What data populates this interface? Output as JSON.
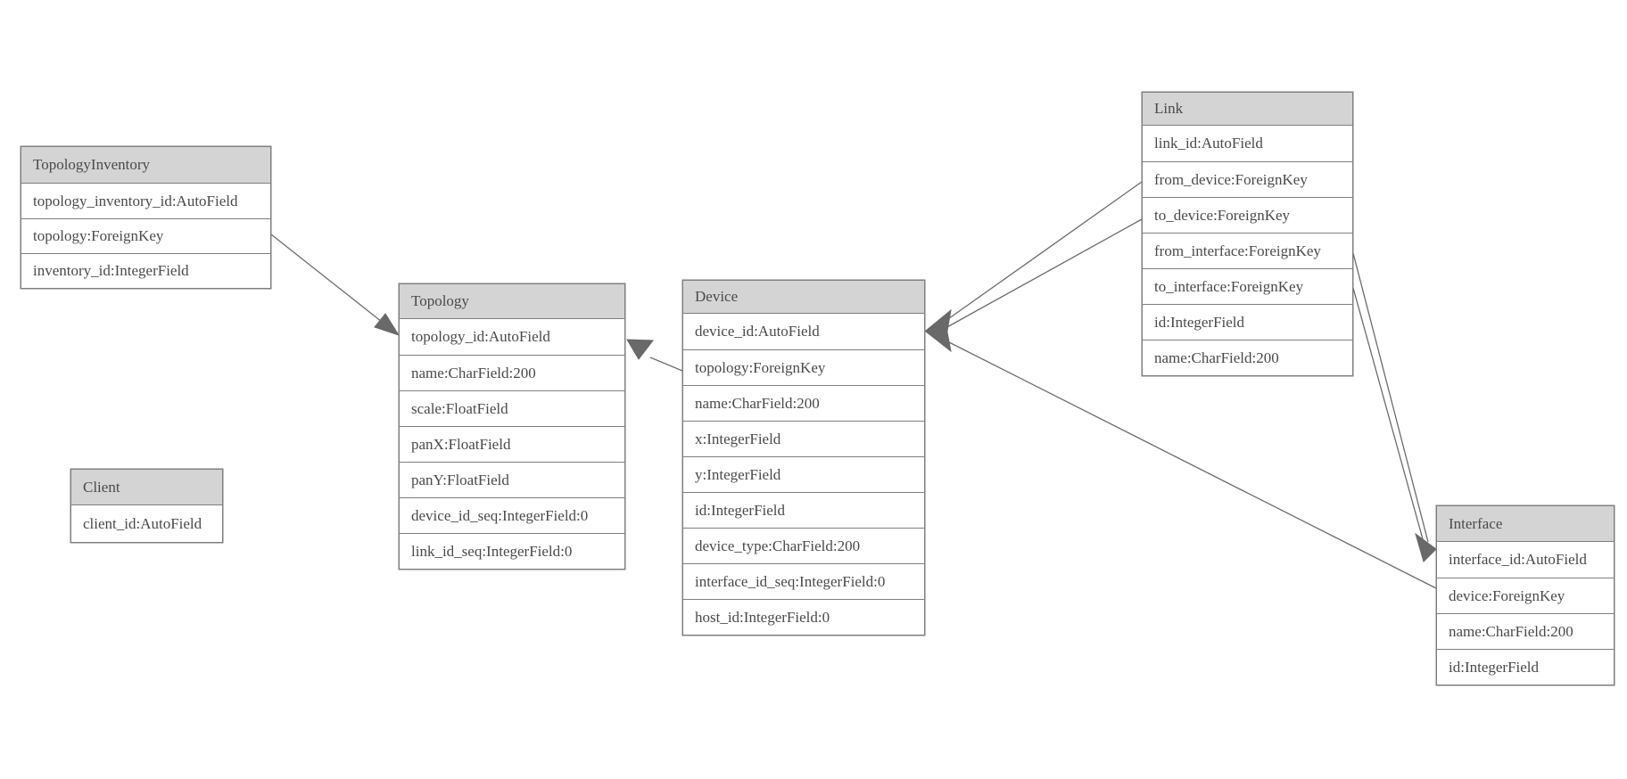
{
  "diagram": {
    "type": "entity-relationship-model-diagram",
    "background_color": "#ffffff",
    "colors": {
      "header_fill": "#d4d4d4",
      "border": "#7f7f7f",
      "text": "#4a4a4a",
      "edge": "#6b6b6b",
      "arrow": "#696969"
    },
    "entities": [
      {
        "name": "TopologyInventory",
        "fields": [
          "topology_inventory_id:AutoField",
          "topology:ForeignKey",
          "inventory_id:IntegerField"
        ]
      },
      {
        "name": "Topology",
        "fields": [
          "topology_id:AutoField",
          "name:CharField:200",
          "scale:FloatField",
          "panX:FloatField",
          "panY:FloatField",
          "device_id_seq:IntegerField:0",
          "link_id_seq:IntegerField:0"
        ]
      },
      {
        "name": "Client",
        "fields": [
          "client_id:AutoField"
        ]
      },
      {
        "name": "Device",
        "fields": [
          "device_id:AutoField",
          "topology:ForeignKey",
          "name:CharField:200",
          "x:IntegerField",
          "y:IntegerField",
          "id:IntegerField",
          "device_type:CharField:200",
          "interface_id_seq:IntegerField:0",
          "host_id:IntegerField:0"
        ]
      },
      {
        "name": "Link",
        "fields": [
          "link_id:AutoField",
          "from_device:ForeignKey",
          "to_device:ForeignKey",
          "from_interface:ForeignKey",
          "to_interface:ForeignKey",
          "id:IntegerField",
          "name:CharField:200"
        ]
      },
      {
        "name": "Interface",
        "fields": [
          "interface_id:AutoField",
          "device:ForeignKey",
          "name:CharField:200",
          "id:IntegerField"
        ]
      }
    ],
    "relationships": [
      {
        "from": "TopologyInventory.topology",
        "to": "Topology"
      },
      {
        "from": "Device.topology",
        "to": "Topology"
      },
      {
        "from": "Link.from_device",
        "to": "Device"
      },
      {
        "from": "Link.to_device",
        "to": "Device"
      },
      {
        "from": "Interface.device",
        "to": "Device"
      },
      {
        "from": "Link.from_interface",
        "to": "Interface"
      },
      {
        "from": "Link.to_interface",
        "to": "Interface"
      }
    ]
  }
}
